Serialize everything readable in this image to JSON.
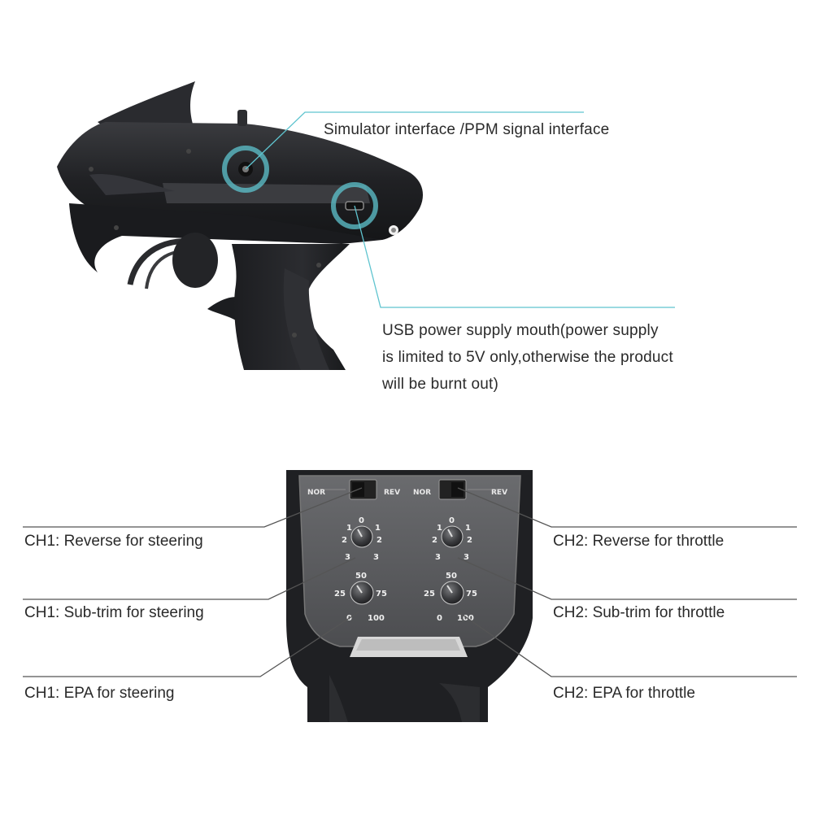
{
  "top_callouts": {
    "simulator": "Simulator interface /PPM signal interface",
    "usb_line1": "USB power supply mouth(power supply",
    "usb_line2": "is limited to 5V only,otherwise the product",
    "usb_line3": "will be burnt out)"
  },
  "left_callouts": {
    "ch1_reverse": "CH1: Reverse for steering",
    "ch1_subtrim": "CH1: Sub-trim for steering",
    "ch1_epa": "CH1: EPA for steering"
  },
  "right_callouts": {
    "ch2_reverse": "CH2: Reverse for throttle",
    "ch2_subtrim": "CH2: Sub-trim for throttle",
    "ch2_epa": "CH2: EPA for throttle"
  },
  "switches": {
    "ch1": {
      "nor": "NOR",
      "rev": "REV"
    },
    "ch2": {
      "nor": "NOR",
      "rev": "REV"
    }
  },
  "subtrim_dial_marks": {
    "top": "0",
    "upper_left": "1",
    "upper_right": "1",
    "left": "2",
    "right": "2",
    "lower_left": "3",
    "lower_right": "3"
  },
  "epa_dial_marks": {
    "top": "50",
    "left": "25",
    "right": "75",
    "bottom_left": "0",
    "bottom_right": "100"
  },
  "colors": {
    "accent_ring": "#5fc4cf",
    "leader_line": "#555555",
    "device_body": "#1e1f22",
    "panel": "#5a5b5e"
  }
}
